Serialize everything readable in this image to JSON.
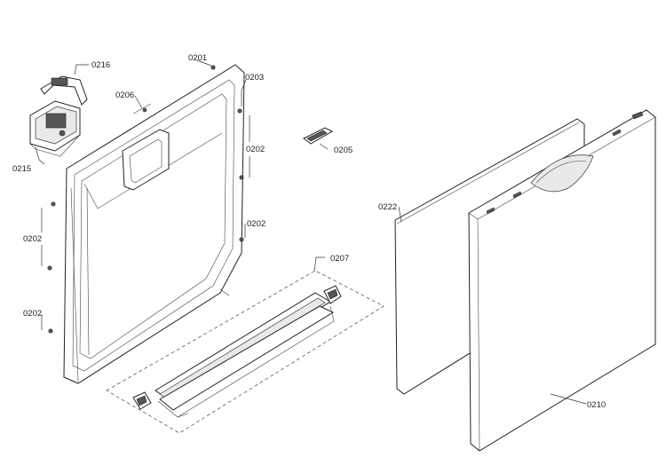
{
  "labels": {
    "p0216": "0216",
    "p0201": "0201",
    "p0206": "0206",
    "p0203": "0203",
    "p0215": "0215",
    "p0202a": "0202",
    "p0205": "0205",
    "p0202b": "0202",
    "p0202c": "0202",
    "p0207": "0207",
    "p0202d": "0202",
    "p0222": "0222",
    "p0210": "0210"
  }
}
